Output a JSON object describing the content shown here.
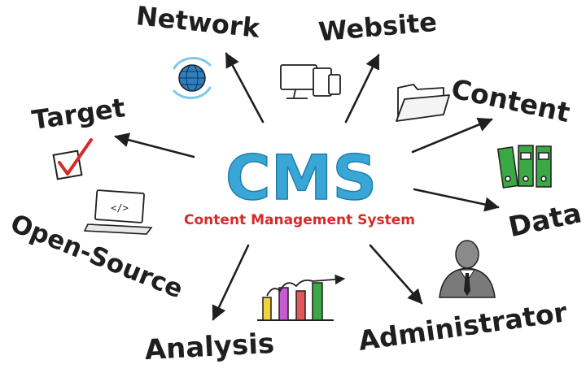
{
  "center": {
    "title": "CMS",
    "subtitle": "Content Management System"
  },
  "nodes": {
    "network": "Network",
    "website": "Website",
    "content": "Content",
    "target": "Target",
    "data": "Data",
    "open_source": "Open-Source",
    "analysis": "Analysis",
    "administrator": "Administrator"
  },
  "icons": {
    "network": "globe-icon",
    "website": "devices-icon",
    "content": "folder-icon",
    "target": "checkbox-icon",
    "data": "binders-icon",
    "open_source": "laptop-code-icon",
    "analysis": "bar-chart-icon",
    "administrator": "person-icon"
  },
  "laptop_code_text": "</>",
  "colors": {
    "cms_title": "#3aa6d6",
    "cms_subtitle": "#d62a2a",
    "text": "#1f1f1f",
    "check": "#d62a2a",
    "binders": "#3aa845",
    "globe": "#2f7fbf"
  }
}
